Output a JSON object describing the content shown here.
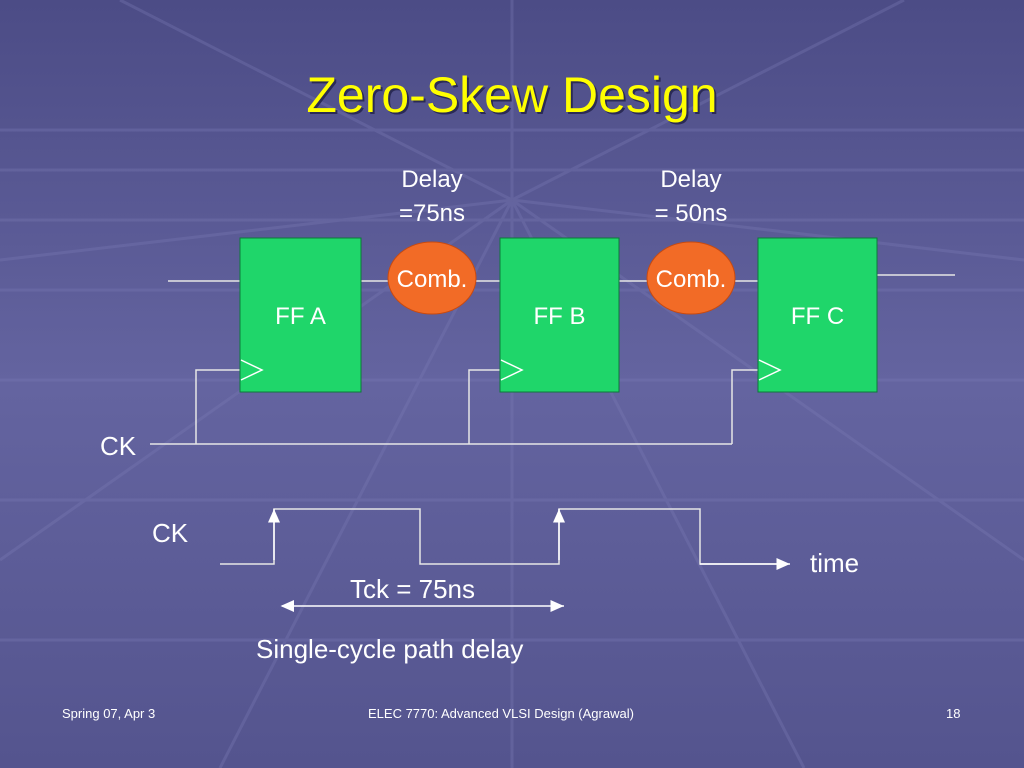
{
  "slide": {
    "title": "Zero-Skew Design",
    "colors": {
      "title": "#ffff00",
      "flipflop": "#1fd66a",
      "comb": "#f26b26",
      "wire": "#e6e6e6",
      "background": "#5a5a96"
    }
  },
  "diagram": {
    "delay_a_line1": "Delay",
    "delay_a_line2": "=75ns",
    "delay_b_line1": "Delay",
    "delay_b_line2": "= 50ns",
    "ff_a": "FF A",
    "ff_b": "FF B",
    "ff_c": "FF C",
    "comb_1": "Comb.",
    "comb_2": "Comb.",
    "ck_input": "CK"
  },
  "timing": {
    "ck_label": "CK",
    "time_label": "time",
    "tck_label": "Tck = 75ns",
    "caption": "Single-cycle path delay"
  },
  "footer": {
    "left": "Spring 07, Apr 3",
    "center": "ELEC 7770: Advanced VLSI Design (Agrawal)",
    "right": "18"
  }
}
